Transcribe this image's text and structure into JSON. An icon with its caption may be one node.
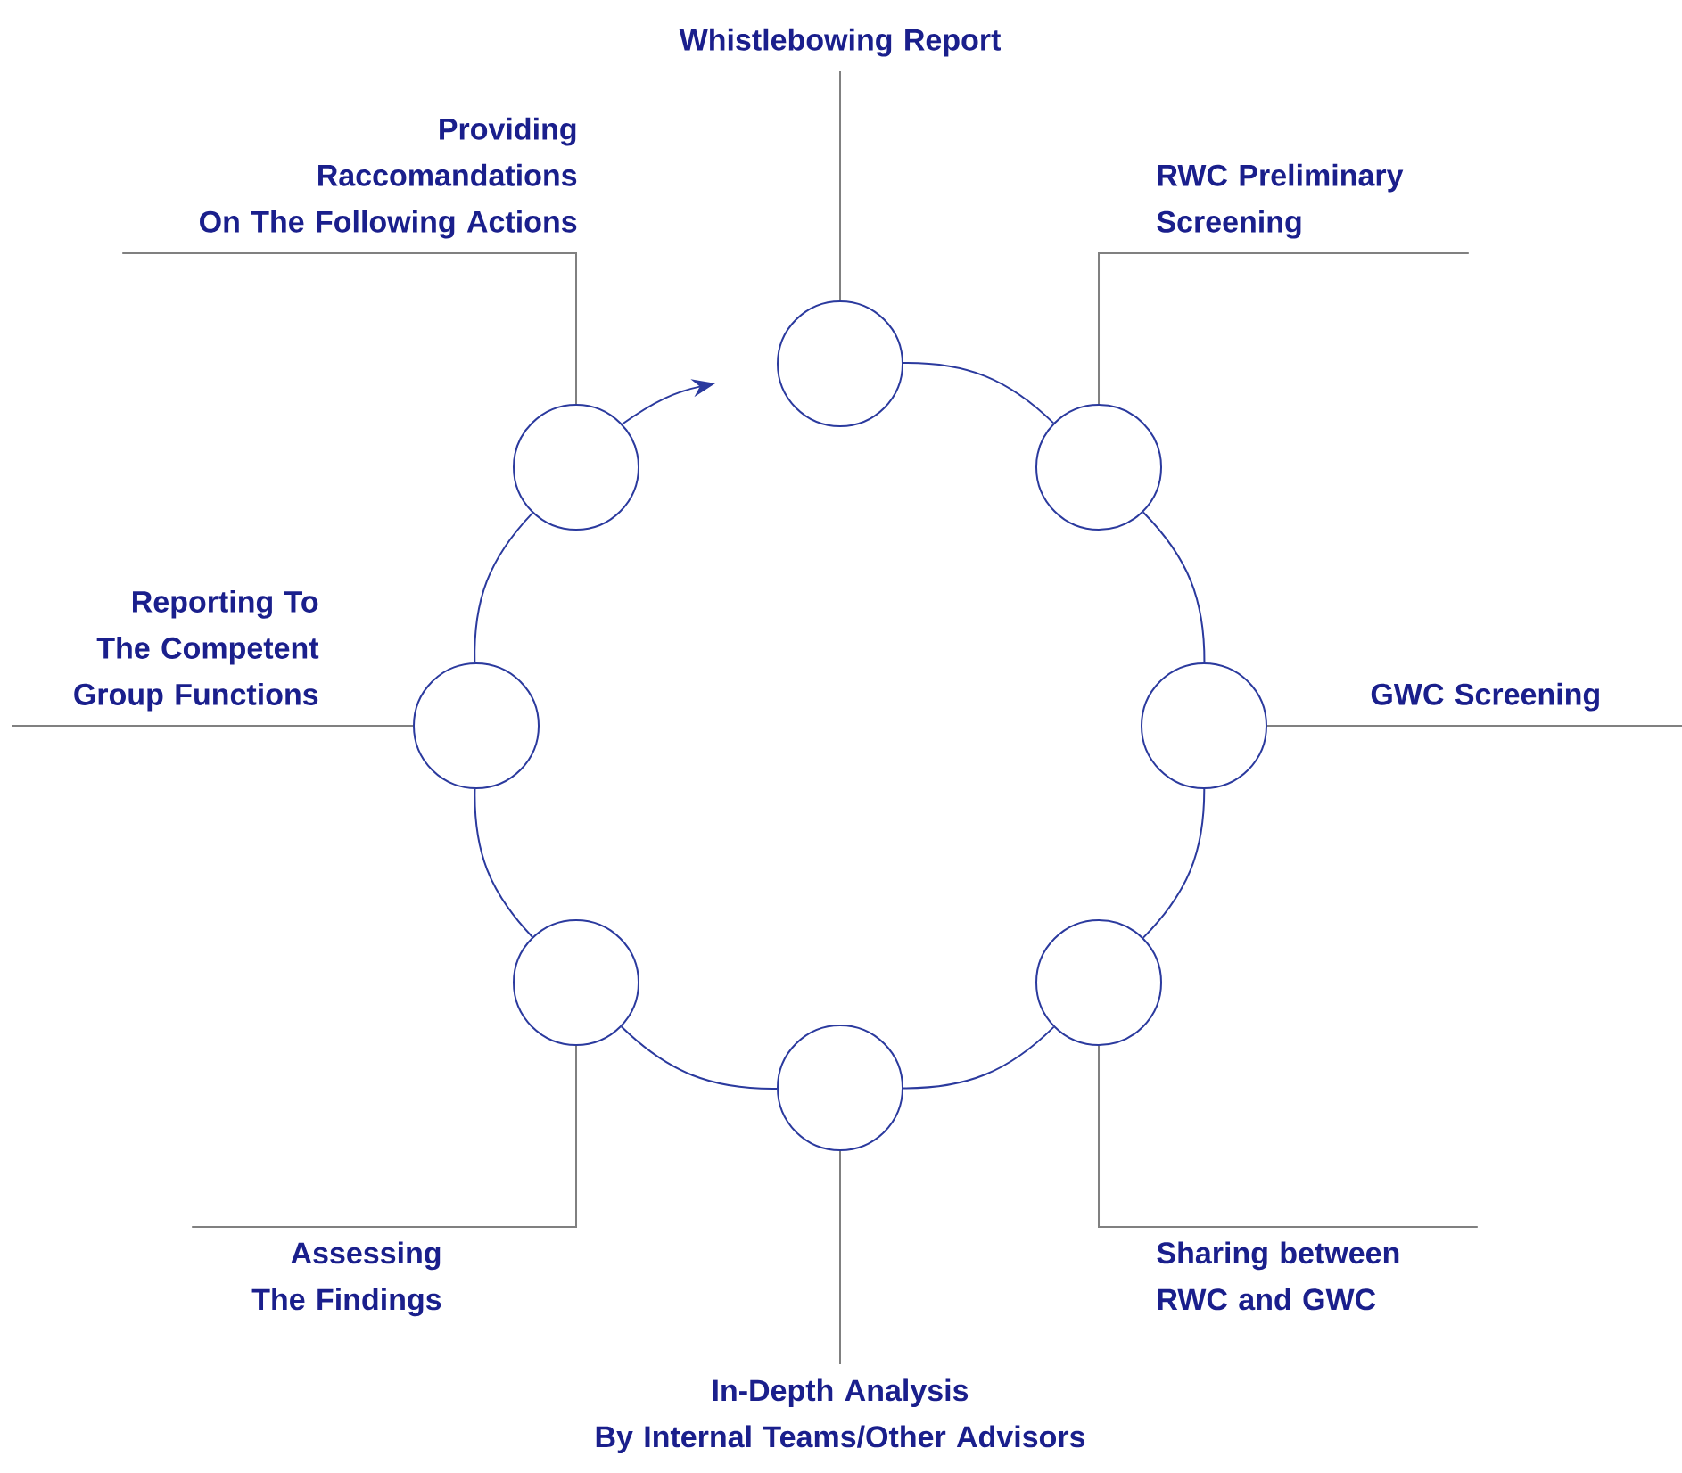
{
  "diagram": {
    "nodes": [
      {
        "text": [],
        "shape": "circle"
      },
      {
        "text": [],
        "shape": "circle"
      },
      {
        "text": [],
        "shape": "circle"
      },
      {
        "text": [],
        "shape": "circle"
      },
      {
        "text": [],
        "shape": "circle"
      },
      {
        "text": [],
        "shape": "circle"
      },
      {
        "text": [],
        "shape": "circle"
      },
      {
        "text": [],
        "shape": "circle"
      },
      {
        "text": [
          "Whistlebowing Report"
        ]
      },
      {
        "text": [
          "RWC Preliminary Screening"
        ]
      },
      {
        "text": [
          "GWC Screening"
        ]
      },
      {
        "text": [
          "Sharing between RWC and GWC"
        ]
      },
      {
        "text": [
          "In-Depth Analysis By Internal Teams/Other Advisors"
        ]
      },
      {
        "text": [
          "Assessing The Findings"
        ]
      },
      {
        "text": [
          "Reporting To The Competent Group Functions"
        ]
      },
      {
        "text": [
          "Providing Raccomandations On The Following Actions"
        ]
      }
    ],
    "edges": [
      {
        "from": 0,
        "to": 1,
        "arrow": "none"
      },
      {
        "from": 1,
        "to": 2,
        "arrow": "none"
      },
      {
        "from": 2,
        "to": 3,
        "arrow": "none"
      },
      {
        "from": 3,
        "to": 4,
        "arrow": "none"
      },
      {
        "from": 4,
        "to": 5,
        "arrow": "none"
      },
      {
        "from": 5,
        "to": 6,
        "arrow": "none"
      },
      {
        "from": 6,
        "to": 7,
        "arrow": "none"
      },
      {
        "from": 7,
        "to": null,
        "arrow": "to"
      },
      {
        "from": 0,
        "to": 8,
        "arrow": "none",
        "color": "#808080"
      },
      {
        "from": 1,
        "to": 9,
        "arrow": "none",
        "color": "#808080"
      },
      {
        "from": 2,
        "to": 10,
        "arrow": "none",
        "color": "#808080"
      },
      {
        "from": 3,
        "to": 11,
        "arrow": "none",
        "color": "#808080"
      },
      {
        "from": 4,
        "to": 12,
        "arrow": "none",
        "color": "#808080"
      },
      {
        "from": 5,
        "to": 13,
        "arrow": "none",
        "color": "#808080"
      },
      {
        "from": 6,
        "to": 14,
        "arrow": "none",
        "color": "#808080"
      },
      {
        "from": 7,
        "to": 15,
        "arrow": "none",
        "color": "#808080"
      }
    ]
  }
}
